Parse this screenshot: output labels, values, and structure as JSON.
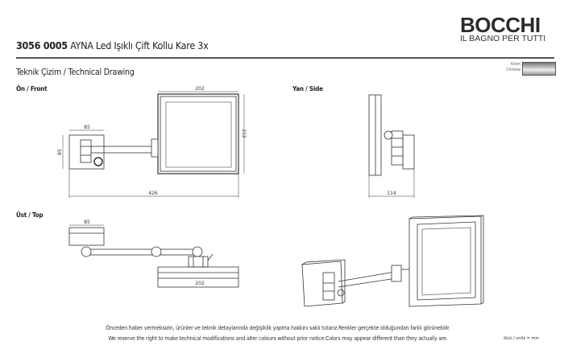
{
  "header": {
    "code": "3056 0005",
    "title": "AYNA Led Işıklı Çift Kollu Kare 3x",
    "brand": "BOCCHI",
    "tagline": "IL BAGNO PER TUTTI",
    "subtitle": "Teknik Çizim / Technical Drawing"
  },
  "finish": {
    "label_tr": "Krom",
    "label_en": "Chrome",
    "color": "#bbbbbb"
  },
  "views": {
    "front": "Ön / Front",
    "side": "Yan / Side",
    "top": "Üst / Top"
  },
  "dimensions": {
    "front_width": "202",
    "front_height": "212",
    "plate_width": "85",
    "plate_height": "85",
    "total_length": "426",
    "side_depth": "114",
    "top_plate": "85",
    "top_mirror": "202"
  },
  "footer": {
    "line_tr": "Önceden haber vermeksizin, ürünler ve teknik detaylarında değişiklik yapma hakkını saklı tutarız.Renkler gerçekte olduğundan farklı görünebilir.",
    "line_en": "We reserve the right to make technical modifications and alter colours without prior notice.Colors may appear different than they actually are.",
    "units": "ölçü / units = mm"
  }
}
